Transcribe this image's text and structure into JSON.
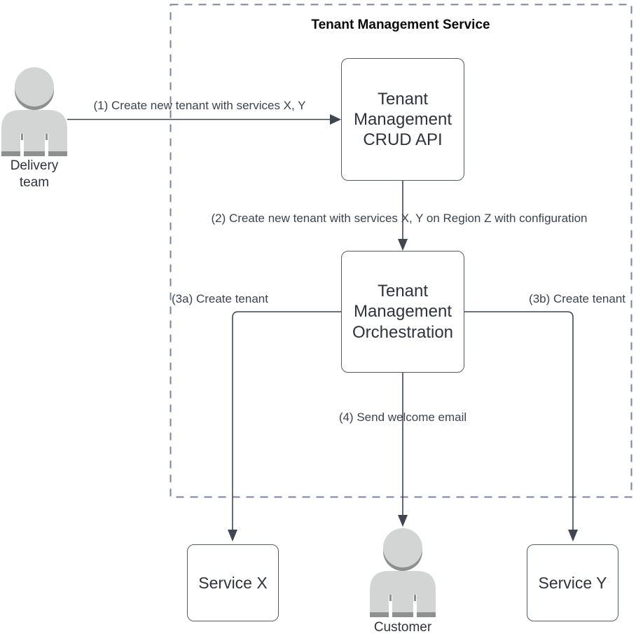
{
  "title": "Tenant Management Service",
  "nodes": {
    "crud_api": {
      "label": "Tenant\nManagement\nCRUD API"
    },
    "orchestration": {
      "label": "Tenant\nManagement\nOrchestration"
    },
    "service_x": {
      "label": "Service X"
    },
    "service_y": {
      "label": "Service Y"
    }
  },
  "actors": {
    "delivery_team": {
      "label": "Delivery\nteam"
    },
    "customer": {
      "label": "Customer"
    }
  },
  "edges": {
    "step1": {
      "label": "(1) Create new tenant with services X, Y",
      "from": "delivery_team",
      "to": "crud_api"
    },
    "step2": {
      "label": "(2) Create new tenant with services X, Y on Region Z with configuration",
      "from": "crud_api",
      "to": "orchestration"
    },
    "step3a": {
      "label": "(3a) Create tenant",
      "from": "orchestration",
      "to": "service_x"
    },
    "step3b": {
      "label": "(3b) Create tenant",
      "from": "orchestration",
      "to": "service_y"
    },
    "step4": {
      "label": "(4) Send welcome email",
      "from": "orchestration",
      "to": "customer"
    }
  },
  "colors": {
    "line_color": "#3f4652",
    "box_border": "#545b66",
    "box_text": "#2f333c",
    "dash_color": "#7586a4",
    "label_color": "#3c4350",
    "person_fill": "#d3d4d4",
    "person_shade": "#8e9090",
    "canvas_bg": "#ffffff",
    "title_color": "#0b0b0b"
  }
}
